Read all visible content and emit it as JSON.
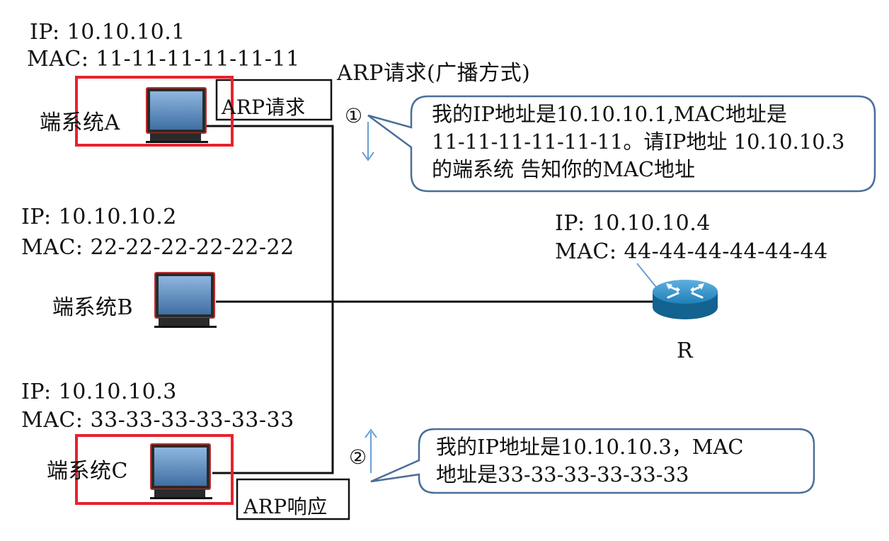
{
  "host_a": {
    "ip": "IP: 10.10.10.1",
    "mac": "MAC: 11-11-11-11-11-11",
    "name": "端系统A"
  },
  "host_b": {
    "ip": "IP: 10.10.10.2",
    "mac": "MAC: 22-22-22-22-22-22",
    "name": "端系统B"
  },
  "host_c": {
    "ip": "IP: 10.10.10.3",
    "mac": "MAC: 33-33-33-33-33-33",
    "name": "端系统C"
  },
  "router": {
    "ip": "IP: 10.10.10.4",
    "mac": "MAC: 44-44-44-44-44-44",
    "name": "R"
  },
  "arp_request": {
    "header": "ARP请求(广播方式)",
    "box_label": "ARP请求",
    "step": "①",
    "bubble_lines": [
      "我的IP地址是10.10.10.1,MAC地址是",
      "11-11-11-11-11-11。请IP地址 10.10.10.3",
      "的端系统 告知你的MAC地址"
    ]
  },
  "arp_response": {
    "box_label": "ARP响应",
    "step": "②",
    "bubble_lines": [
      "我的IP地址是10.10.10.3，MAC",
      "地址是33-33-33-33-33-33"
    ]
  },
  "colors": {
    "highlight": "#e8212e",
    "bubble_border": "#4a6e99",
    "arrow": "#6a9fd4",
    "screen": "#5d8fc2",
    "router": "#1f80b8"
  }
}
